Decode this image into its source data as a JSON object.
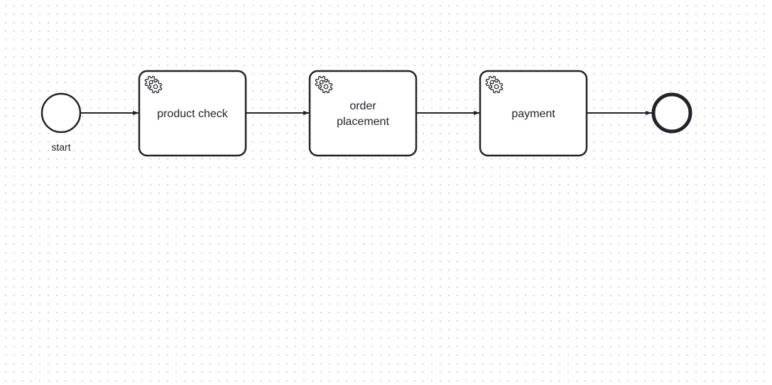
{
  "colors": {
    "stroke": "#22242a",
    "fill": "#ffffff",
    "grid_dot": "#d4d4d4"
  },
  "events": {
    "start": {
      "label": "start",
      "icon": "start-event-circle"
    },
    "end": {
      "label": "",
      "icon": "end-event-circle"
    }
  },
  "tasks": [
    {
      "id": "product-check",
      "type": "service-task",
      "icon": "gear-icon",
      "lines": [
        "product check"
      ]
    },
    {
      "id": "order-placement",
      "type": "service-task",
      "icon": "gear-icon",
      "lines": [
        "order",
        "placement"
      ]
    },
    {
      "id": "payment",
      "type": "service-task",
      "icon": "gear-icon",
      "lines": [
        "payment"
      ]
    }
  ],
  "flows": [
    {
      "from": "start",
      "to": "product-check"
    },
    {
      "from": "product-check",
      "to": "order-placement"
    },
    {
      "from": "order-placement",
      "to": "payment"
    },
    {
      "from": "payment",
      "to": "end"
    }
  ]
}
